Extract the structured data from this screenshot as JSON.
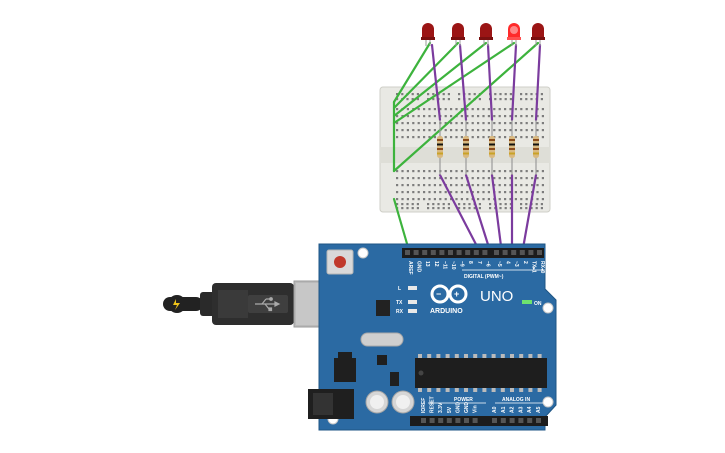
{
  "board": {
    "brand": "UNO",
    "model": "ARDUINO",
    "digital_label": "DIGITAL (PWM~)",
    "power_label": "POWER",
    "analog_label": "ANALOG IN",
    "on_label": "ON",
    "led_l": "L",
    "led_tx": "TX",
    "led_rx": "RX",
    "digital_pins": [
      "AREF",
      "GND",
      "13",
      "12",
      "~11",
      "~10",
      "~9",
      "8",
      "7",
      "~6",
      "~5",
      "4",
      "~3",
      "2",
      "TX▸1",
      "RX◂0"
    ],
    "power_pins": [
      "IOREF",
      "RESET",
      "3.3V",
      "5V",
      "GND",
      "GND",
      "Vin"
    ],
    "analog_pins": [
      "A0",
      "A1",
      "A2",
      "A3",
      "A4",
      "A5"
    ],
    "board_color": "#2b6aa3"
  },
  "leds": [
    {
      "color": "#9b1515",
      "lit": false
    },
    {
      "color": "#9b1515",
      "lit": false
    },
    {
      "color": "#9b1515",
      "lit": false
    },
    {
      "color": "#ff2a2a",
      "lit": true
    },
    {
      "color": "#9b1515",
      "lit": false
    }
  ],
  "resistors": {
    "count": 5,
    "bands": [
      "#8a4b1c",
      "#111111",
      "#8a4b1c",
      "#c9a227"
    ]
  },
  "wires": {
    "ground_color": "#3db33d",
    "signal_color": "#7b3b9e"
  },
  "usb_icon": "usb-icon",
  "power_icon": "lightning-icon"
}
